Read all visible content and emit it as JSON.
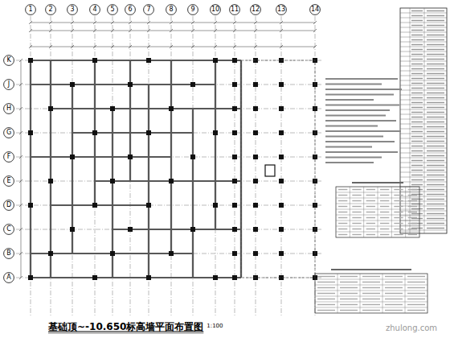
{
  "diagram": {
    "title": "基础顶~-10.650标高墙平面布置图",
    "nodes": [
      {
        "text": [
          "1"
        ]
      },
      {
        "text": [
          "2"
        ]
      },
      {
        "text": [
          "3"
        ]
      },
      {
        "text": [
          "4"
        ]
      },
      {
        "text": [
          "5"
        ]
      },
      {
        "text": [
          "6"
        ]
      },
      {
        "text": [
          "7"
        ]
      },
      {
        "text": [
          "8"
        ]
      },
      {
        "text": [
          "9"
        ]
      },
      {
        "text": [
          "10"
        ]
      },
      {
        "text": [
          "11"
        ]
      },
      {
        "text": [
          "12"
        ]
      },
      {
        "text": [
          "13"
        ]
      },
      {
        "text": [
          "14"
        ]
      },
      {
        "text": [
          "K"
        ]
      },
      {
        "text": [
          "J"
        ]
      },
      {
        "text": [
          "H"
        ]
      },
      {
        "text": [
          "G"
        ]
      },
      {
        "text": [
          "F"
        ]
      },
      {
        "text": [
          "E"
        ]
      },
      {
        "text": [
          "D"
        ]
      },
      {
        "text": [
          "C"
        ]
      },
      {
        "text": [
          "B"
        ]
      },
      {
        "text": [
          "A"
        ]
      }
    ],
    "labels": [
      "1:100",
      "zhulong.com"
    ]
  }
}
